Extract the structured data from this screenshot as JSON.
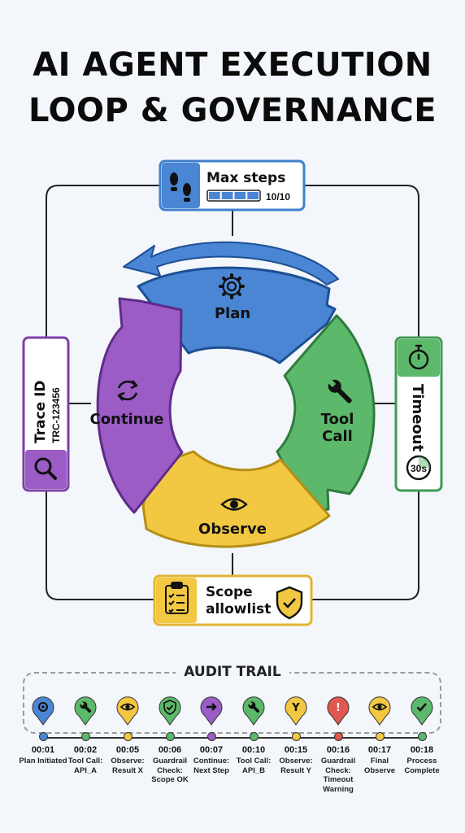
{
  "title": {
    "line1": "AI AGENT EXECUTION",
    "line2": "LOOP & GOVERNANCE"
  },
  "loop": {
    "stages": [
      {
        "label": "Plan",
        "icon": "gear-icon",
        "color": "#4a86d4"
      },
      {
        "label_line1": "Tool",
        "label_line2": "Call",
        "icon": "wrench-icon",
        "color": "#5cb86a"
      },
      {
        "label": "Observe",
        "icon": "eye-icon",
        "color": "#f2c842"
      },
      {
        "label": "Continue",
        "icon": "refresh-icon",
        "color": "#9b5cc6"
      }
    ]
  },
  "governance": {
    "max_steps": {
      "label": "Max steps",
      "value": "10/10",
      "progress": 1.0,
      "icon": "footsteps-icon",
      "color": "#3f7fce"
    },
    "timeout": {
      "label": "Timeout",
      "value": "30s",
      "icon": "stopwatch-icon",
      "color": "#3f9a55"
    },
    "scope": {
      "label_line1": "Scope",
      "label_line2": "allowlist",
      "icon": "clipboard-icon",
      "badge_icon": "shield-check-icon",
      "color": "#e0b52e"
    },
    "trace": {
      "label": "Trace ID",
      "value": "TRC-123456",
      "icon": "magnifier-icon",
      "color": "#7d3fa8"
    }
  },
  "audit_trail": {
    "title": "AUDIT TRAIL",
    "events": [
      {
        "time": "00:01",
        "desc": "Plan Initiated",
        "icon": "gear-icon",
        "color": "#4a86d4"
      },
      {
        "time": "00:02",
        "desc": "Tool Call: API_A",
        "icon": "wrench-icon",
        "color": "#5cb86a"
      },
      {
        "time": "00:05",
        "desc": "Observe: Result X",
        "icon": "eye-icon",
        "color": "#f2c842"
      },
      {
        "time": "00:06",
        "desc": "Guardrail Check: Scope OK",
        "icon": "check-shield-icon",
        "color": "#5cb86a"
      },
      {
        "time": "00:07",
        "desc": "Continue: Next Step",
        "icon": "arrow-right-icon",
        "color": "#9b5cc6"
      },
      {
        "time": "00:10",
        "desc": "Tool Call: API_B",
        "icon": "wrench-icon",
        "color": "#5cb86a"
      },
      {
        "time": "00:15",
        "desc": "Observe: Result Y",
        "icon": "letter-y-icon",
        "glyph": "Y",
        "color": "#f2c842"
      },
      {
        "time": "00:16",
        "desc": "Guardrail Check: Timeout Warning",
        "icon": "warning-icon",
        "glyph": "!",
        "color": "#e0584f"
      },
      {
        "time": "00:17",
        "desc": "Final Observe",
        "icon": "eye-icon",
        "color": "#f2c842"
      },
      {
        "time": "00:18",
        "desc": "Process Complete",
        "icon": "check-icon",
        "color": "#5cb86a"
      }
    ]
  }
}
